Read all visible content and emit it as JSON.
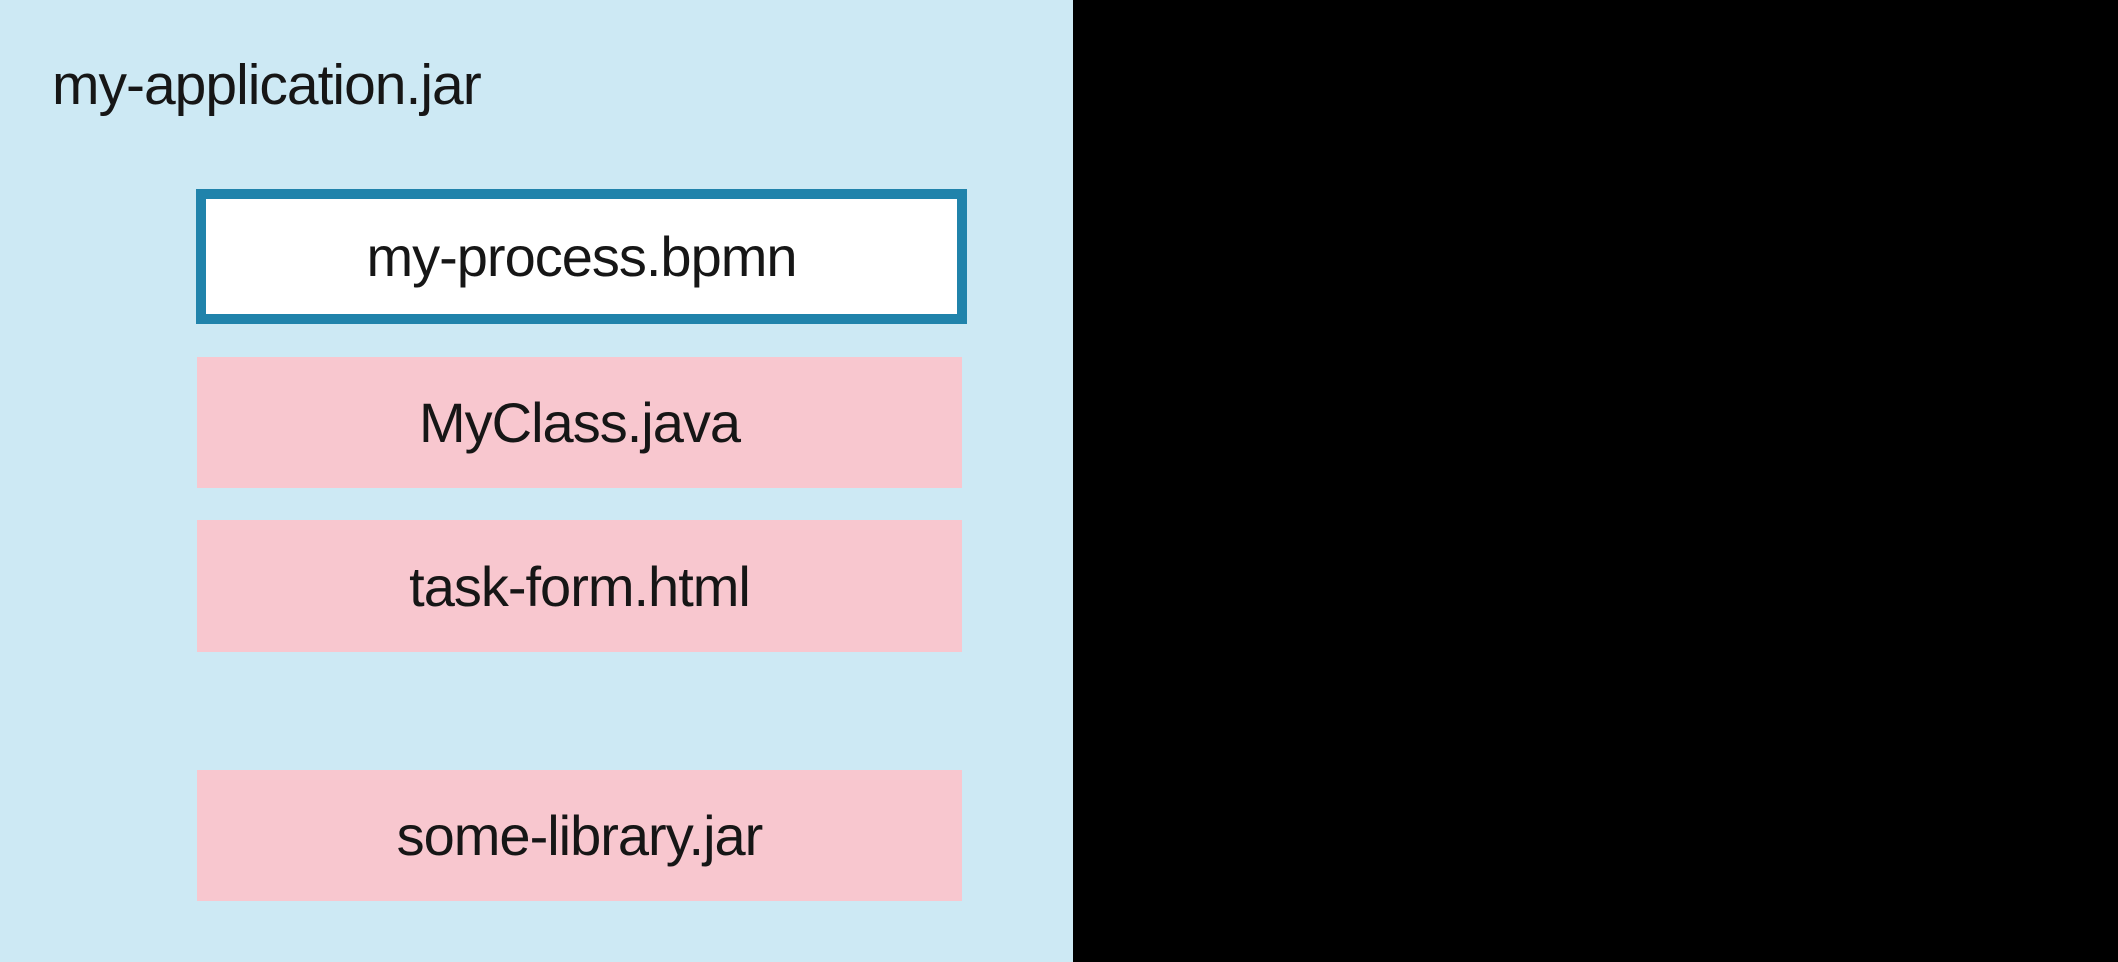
{
  "diagram": {
    "title": "my-application.jar",
    "process_file": {
      "label": "my-process.bpmn"
    },
    "resources": [
      {
        "label": "MyClass.java"
      },
      {
        "label": "task-form.html"
      },
      {
        "label": "some-library.jar"
      }
    ],
    "colors": {
      "canvas_bg": "#000000",
      "panel_bg": "#cde9f4",
      "resource_bg": "#f8c7cf",
      "process_bg": "#ffffff",
      "process_border": "#2083ab",
      "text": "#161616"
    }
  }
}
